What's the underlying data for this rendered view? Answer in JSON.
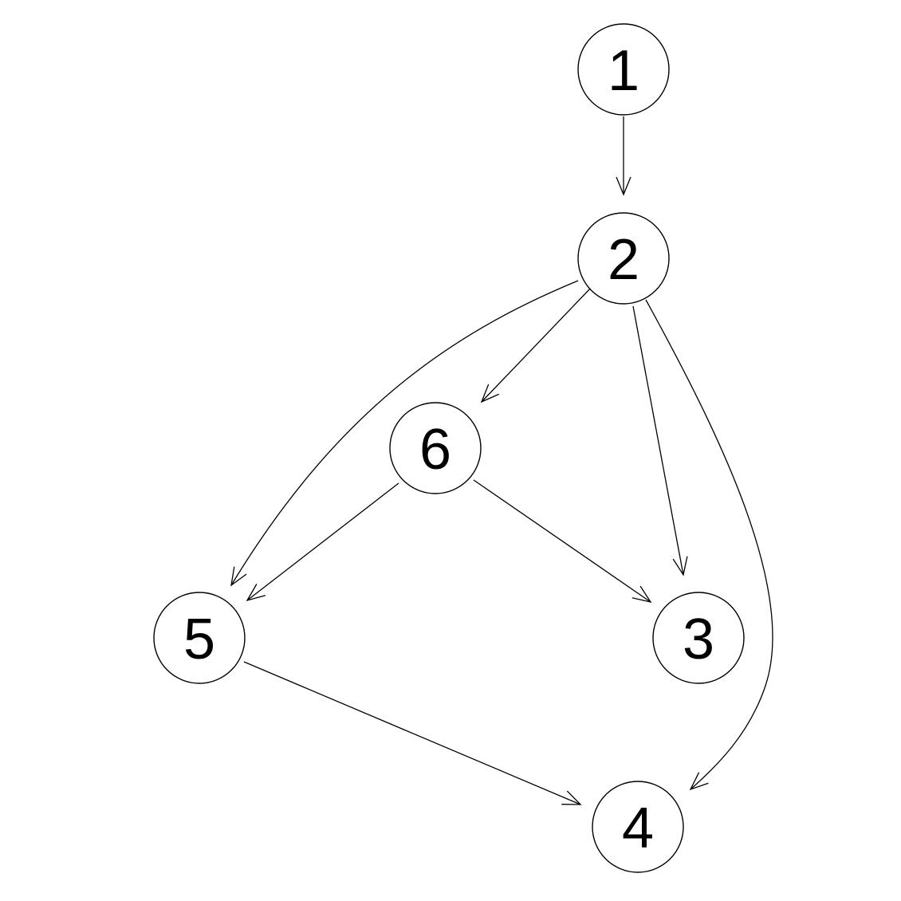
{
  "graph": {
    "nodes": [
      {
        "id": "1",
        "label": "1"
      },
      {
        "id": "2",
        "label": "2"
      },
      {
        "id": "3",
        "label": "3"
      },
      {
        "id": "4",
        "label": "4"
      },
      {
        "id": "5",
        "label": "5"
      },
      {
        "id": "6",
        "label": "6"
      }
    ],
    "edges": [
      {
        "from": "1",
        "to": "2"
      },
      {
        "from": "2",
        "to": "6"
      },
      {
        "from": "2",
        "to": "5"
      },
      {
        "from": "2",
        "to": "3"
      },
      {
        "from": "2",
        "to": "4"
      },
      {
        "from": "6",
        "to": "5"
      },
      {
        "from": "6",
        "to": "3"
      },
      {
        "from": "5",
        "to": "4"
      }
    ],
    "colors": {
      "stroke": "#000000",
      "node_fill": "#ffffff",
      "text": "#000000",
      "background": "#ffffff"
    }
  }
}
